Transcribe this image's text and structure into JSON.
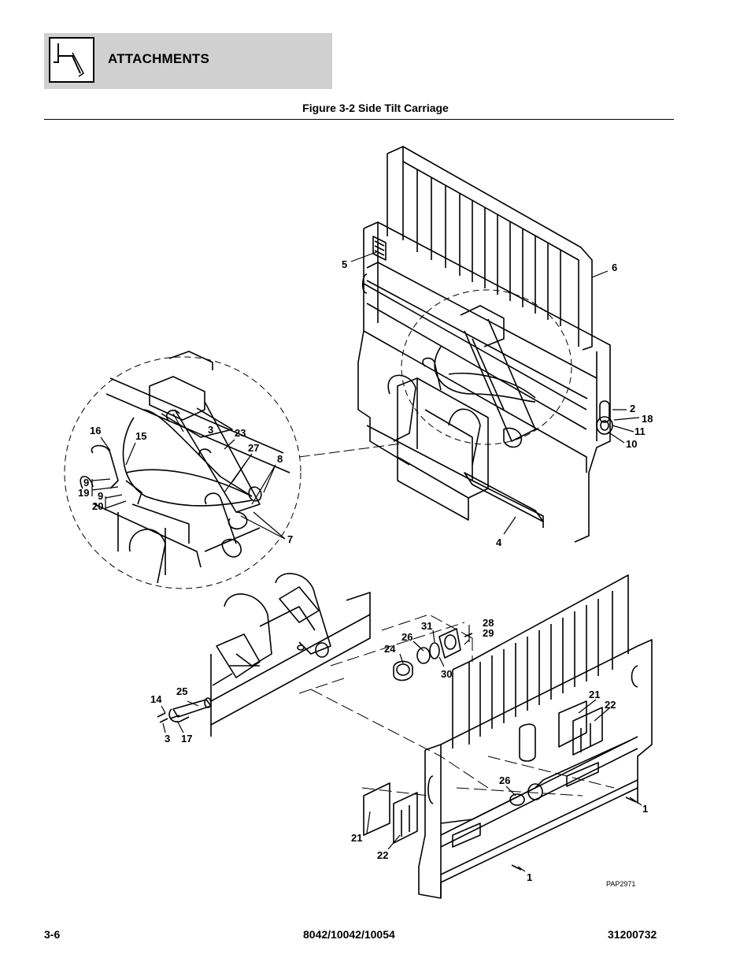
{
  "header": {
    "section": "ATTACHMENTS",
    "icon": "attachment-hook-icon",
    "band_color": "#d0d0d0"
  },
  "figure": {
    "title": "Figure 3-2 Side Tilt Carriage",
    "reference": "PAP2971",
    "callouts": {
      "c5": "5",
      "c6": "6",
      "c2": "2",
      "c18": "18",
      "c11": "11",
      "c10": "10",
      "c4": "4",
      "d16": "16",
      "d15": "15",
      "d3": "3",
      "d23": "23",
      "d27": "27",
      "d8": "8",
      "d9a": "9",
      "d19": "19",
      "d9b": "9",
      "d20": "20",
      "d7": "7",
      "e28": "28",
      "e29": "29",
      "e31": "31",
      "e26": "26",
      "e24": "24",
      "e30": "30",
      "e25": "25",
      "e14": "14",
      "e3": "3",
      "e17": "17",
      "e21a": "21",
      "e22a": "22",
      "e26b": "26",
      "e1a": "1",
      "e21b": "21",
      "e22b": "22",
      "e1b": "1"
    }
  },
  "footer": {
    "page": "3-6",
    "models": "8042/10042/10054",
    "doc_number": "31200732"
  }
}
